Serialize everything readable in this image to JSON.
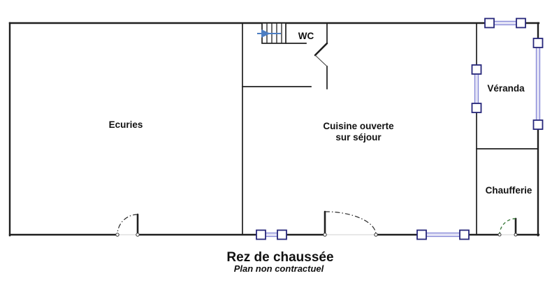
{
  "plan": {
    "title": "Rez de chaussée",
    "subtitle": "Plan non contractuel",
    "rooms": {
      "ecuries": {
        "label": "Ecuries"
      },
      "wc": {
        "label": "WC"
      },
      "cuisine": {
        "label_line1": "Cuisine ouverte",
        "label_line2": "sur séjour"
      },
      "veranda": {
        "label": "Véranda"
      },
      "chaufferie": {
        "label": "Chaufferie"
      }
    },
    "icons": {
      "stairs_direction": "arrow-right-icon"
    },
    "colors": {
      "background": "#ffffff",
      "wall": "#1f1f1f",
      "window_frame": "#26267a",
      "window_glass_edge": "#8486d6",
      "window_glass_fill": "#e4e4f6",
      "stairs_arrow": "#4d7ec2",
      "door_arc": "#2b2b2b",
      "door_arc_green": "#3c7a3c",
      "door_threshold": "#d9d9d9",
      "text": "#111111"
    }
  }
}
